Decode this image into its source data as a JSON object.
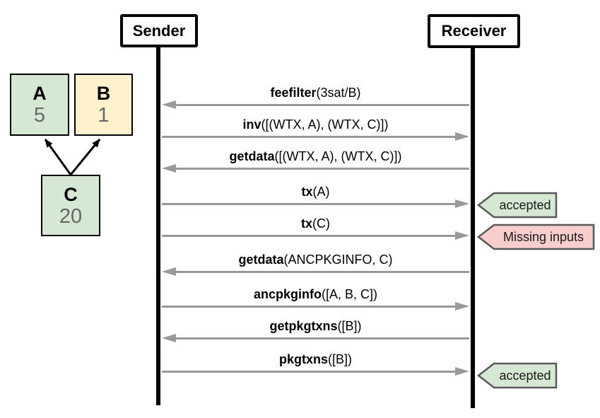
{
  "actors": [
    {
      "label": "Sender"
    },
    {
      "label": "Receiver"
    }
  ],
  "graph": {
    "nodes": [
      {
        "id": "A",
        "label": "A",
        "value": "5",
        "color": "#d5e8d4"
      },
      {
        "id": "B",
        "label": "B",
        "value": "1",
        "color": "#fff2cc"
      },
      {
        "id": "C",
        "label": "C",
        "value": "20",
        "color": "#d5e8d4"
      }
    ],
    "edges": [
      {
        "from": "C",
        "to": "A"
      },
      {
        "from": "C",
        "to": "B"
      }
    ]
  },
  "messages": [
    {
      "name": "feefilter",
      "args": "(3sat/B)",
      "direction": "to-sender",
      "result": null
    },
    {
      "name": "inv",
      "args": "([(WTX, A), (WTX, C)])",
      "direction": "to-receiver",
      "result": null
    },
    {
      "name": "getdata",
      "args": "([(WTX, A), (WTX, C)])",
      "direction": "to-sender",
      "result": null
    },
    {
      "name": "tx",
      "args": "(A)",
      "direction": "to-receiver",
      "result": "accepted"
    },
    {
      "name": "tx",
      "args": "(C)",
      "direction": "to-receiver",
      "result": "Missing inputs"
    },
    {
      "name": "getdata",
      "args": "(ANCPKGINFO, C)",
      "direction": "to-sender",
      "result": null
    },
    {
      "name": "ancpkginfo",
      "args": "([A, B, C])",
      "direction": "to-receiver",
      "result": null
    },
    {
      "name": "getpkgtxns",
      "args": "([B])",
      "direction": "to-sender",
      "result": null
    },
    {
      "name": "pkgtxns",
      "args": "([B])",
      "direction": "to-receiver",
      "result": "accepted"
    }
  ],
  "tags": [
    {
      "label": "accepted",
      "type": "success",
      "color": "#d5e8d4"
    },
    {
      "label": "Missing inputs",
      "type": "error",
      "color": "#f8cecc"
    },
    {
      "label": "accepted",
      "type": "success",
      "color": "#d5e8d4"
    }
  ],
  "colors": {
    "node_green": "#d5e8d4",
    "node_yellow": "#fff2cc",
    "tag_pink": "#f8cecc",
    "tag_border": "#595959",
    "arrow_gray": "#999999",
    "line_black": "#000000",
    "value_gray": "#666666"
  }
}
